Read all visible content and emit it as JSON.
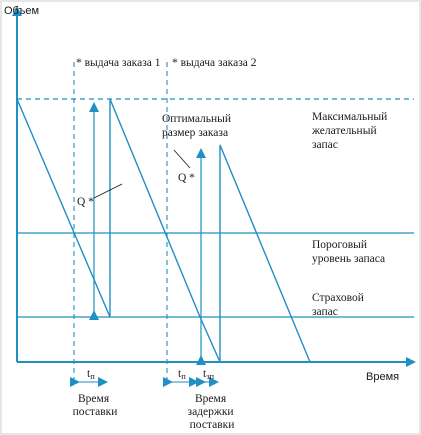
{
  "colors": {
    "accent": "#1f8fc4",
    "text": "#1a1a1a",
    "frame": "#cfcfcf"
  },
  "axes": {
    "y_label": "Объем",
    "x_label": "Время"
  },
  "orders": {
    "order1": "* выдача заказа 1",
    "order2": "* выдача заказа 2"
  },
  "q_label": "Q *",
  "optimal_order": [
    "Оптимальный",
    "размер заказа"
  ],
  "levels": {
    "max": [
      "Максимальный",
      "желательный",
      "запас"
    ],
    "threshold": [
      "Пороговый",
      "уровень запаса"
    ],
    "safety": [
      "Страховой",
      "запас"
    ]
  },
  "time_marks": {
    "tp": "t",
    "tp_sub": "п",
    "tzp": "t",
    "tzp_sub": "зп"
  },
  "time_labels": {
    "delivery": [
      "Время",
      "поставки"
    ],
    "delay": [
      "Время",
      "задержки",
      "поставки"
    ]
  }
}
